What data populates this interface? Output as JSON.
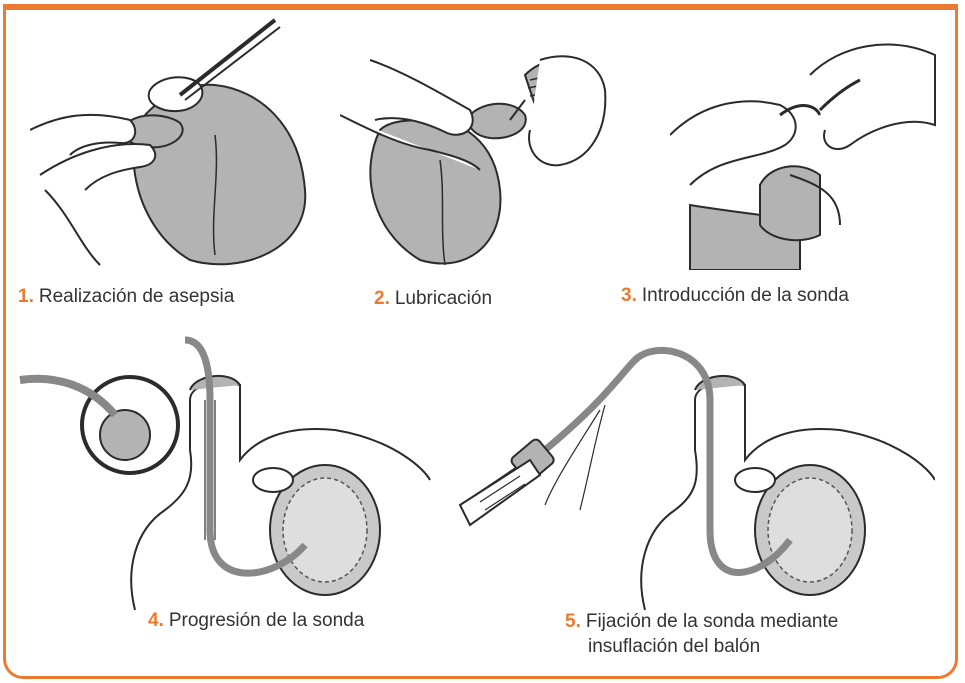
{
  "colors": {
    "accent": "#ec7a30",
    "skin": "#b3b3b3",
    "glove": "#ffffff",
    "outline": "#2b2b2b"
  },
  "steps": [
    {
      "number": "1.",
      "label": "Realización de asepsia"
    },
    {
      "number": "2.",
      "label": "Lubricación"
    },
    {
      "number": "3.",
      "label": "Introducción de la sonda"
    },
    {
      "number": "4.",
      "label": "Progresión de la sonda"
    },
    {
      "number": "5.",
      "label_line1": "Fijación de la sonda mediante",
      "label_line2": "insuflación del balón"
    }
  ]
}
